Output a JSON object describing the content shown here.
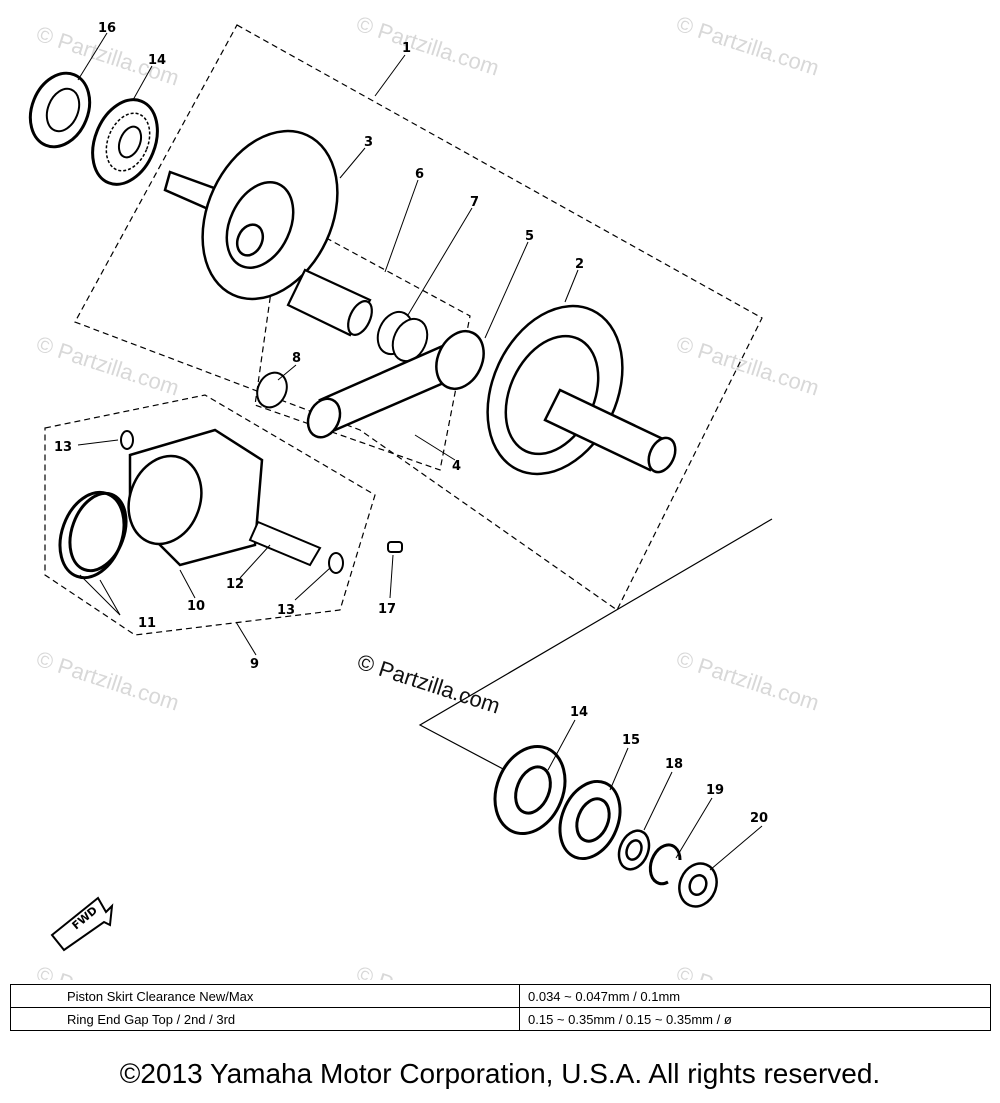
{
  "watermark": {
    "symbol": "©",
    "text": "Partzilla.com"
  },
  "callouts": {
    "c1": "1",
    "c2": "2",
    "c3": "3",
    "c4": "4",
    "c5": "5",
    "c6": "6",
    "c7": "7",
    "c8": "8",
    "c9": "9",
    "c10": "10",
    "c11": "11",
    "c12": "12",
    "c13a": "13",
    "c13b": "13",
    "c14a": "14",
    "c14b": "14",
    "c15": "15",
    "c16": "16",
    "c17": "17",
    "c18": "18",
    "c19": "19",
    "c20": "20"
  },
  "fwd_label": "FWD",
  "specs": {
    "rows": [
      {
        "label": "Piston Skirt Clearance New/Max",
        "value": "0.034 ~ 0.047mm / 0.1mm"
      },
      {
        "label": "Ring End Gap Top / 2nd / 3rd",
        "value": "0.15 ~ 0.35mm / 0.15 ~ 0.35mm / ø"
      }
    ]
  },
  "copyright": "©2013 Yamaha Motor Corporation, U.S.A. All rights reserved."
}
